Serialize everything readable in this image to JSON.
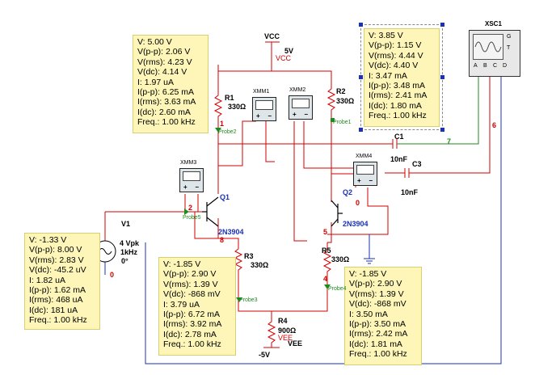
{
  "components": {
    "vcc": {
      "name": "VCC",
      "value": "5V",
      "net": "VCC"
    },
    "vee": {
      "name": "VEE",
      "value": "-5V",
      "net": "VEE"
    },
    "r1": {
      "name": "R1",
      "value": "330Ω"
    },
    "r2": {
      "name": "R2",
      "value": "330Ω"
    },
    "r3": {
      "name": "R3",
      "value": "330Ω"
    },
    "r4": {
      "name": "R4",
      "value": "900Ω"
    },
    "r5": {
      "name": "R5",
      "value": "330Ω"
    },
    "c1": {
      "name": "C1",
      "value": "10nF"
    },
    "c3": {
      "name": "C3",
      "value": "10nF"
    },
    "q1": {
      "name": "Q1",
      "model": "2N3904"
    },
    "q2": {
      "name": "Q2",
      "model": "2N3904"
    },
    "v1": {
      "name": "V1",
      "amplitude": "4 Vpk",
      "frequency": "1kHz",
      "phase": "0°"
    },
    "xmm1": {
      "name": "XMM1"
    },
    "xmm2": {
      "name": "XMM2"
    },
    "xmm3": {
      "name": "XMM3"
    },
    "xmm4": {
      "name": "XMM4"
    },
    "xsc1": {
      "name": "XSC1",
      "terminals": [
        "G",
        "T",
        "A",
        "B",
        "C",
        "D"
      ]
    }
  },
  "probes": {
    "probe1": {
      "label": "Probe1"
    },
    "probe2": {
      "label": "Probe2"
    },
    "probe3": {
      "label": "Probe3"
    },
    "probe4": {
      "label": "Probe4"
    },
    "probe5": {
      "label": "Probe5"
    }
  },
  "nets": {
    "n0a": "0",
    "n0b": "0",
    "n1": "1",
    "n2": "2",
    "n4": "4",
    "n5": "5",
    "n6": "6",
    "n7": "7",
    "n8": "8"
  },
  "readouts": {
    "probe2": [
      "V: 5.00 V",
      "V(p-p): 2.06 V",
      "V(rms): 4.23 V",
      "V(dc): 4.14 V",
      "I: 1.97 uA",
      "I(p-p): 6.25 mA",
      "I(rms): 3.63 mA",
      "I(dc): 2.60 mA",
      "Freq.: 1.00 kHz"
    ],
    "probe1": [
      "V: 3.85 V",
      "V(p-p): 1.15 V",
      "V(rms): 4.44 V",
      "V(dc): 4.40 V",
      "I: 3.47 mA",
      "I(p-p): 3.48 mA",
      "I(rms): 2.41 mA",
      "I(dc): 1.80 mA",
      "Freq.: 1.00 kHz"
    ],
    "probe5": [
      "V: -1.33 V",
      "V(p-p): 8.00 V",
      "V(rms): 2.83 V",
      "V(dc): -45.2 uV",
      "I: 1.82 uA",
      "I(p-p): 1.62 mA",
      "I(rms): 468 uA",
      "I(dc): 181 uA",
      "Freq.: 1.00 kHz"
    ],
    "probe3": [
      "V: -1.85 V",
      "V(p-p): 2.90 V",
      "V(rms): 1.39 V",
      "V(dc): -868 mV",
      "I: 3.79 uA",
      "I(p-p): 6.72 mA",
      "I(rms): 3.92 mA",
      "I(dc): 2.78 mA",
      "Freq.: 1.00 kHz"
    ],
    "probe4": [
      "V: -1.85 V",
      "V(p-p): 2.90 V",
      "V(rms): 1.39 V",
      "V(dc): -868 mV",
      "I: 3.50 mA",
      "I(p-p): 3.50 mA",
      "I(rms): 2.42 mA",
      "I(dc): 1.81 mA",
      "Freq.: 1.00 kHz"
    ]
  },
  "colors": {
    "wire": "#d00000",
    "ground_wire": "#1a32b8",
    "scope_wire": "#1f8a1f",
    "probe_bg": "#fdf6b8"
  }
}
